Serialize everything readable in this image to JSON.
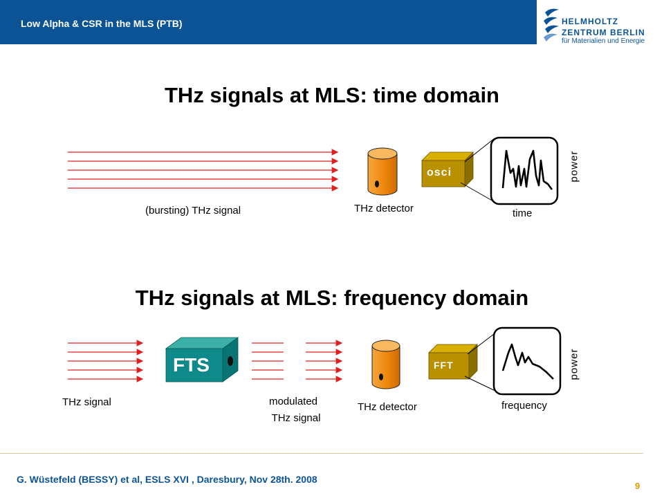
{
  "header": {
    "title": "Low Alpha & CSR in the MLS (PTB)"
  },
  "logo": {
    "line1": "HELMHOLTZ",
    "line2": "ZENTRUM BERLIN",
    "subline": "für Materialien und Energie"
  },
  "time_section": {
    "title": "THz signals at MLS: time domain",
    "signal_label": "(bursting) THz signal",
    "detector_label": "THz detector",
    "device_label": "osci",
    "xaxis_label": "time",
    "yaxis_label": "power"
  },
  "freq_section": {
    "title": "THz signals at MLS: frequency domain",
    "signal_label": "THz signal",
    "fts_label": "FTS",
    "modulated_line1": "modulated",
    "modulated_line2": "THz signal",
    "detector_label": "THz detector",
    "device_label": "FFT",
    "xaxis_label": "frequency",
    "yaxis_label": "power"
  },
  "footer": {
    "citation": "G. Wüstefeld (BESSY) et al,  ESLS XVI  , Daresbury, Nov 28th. 2008",
    "page_number": "9"
  },
  "colors": {
    "header_blue": "#0b5394",
    "beam_red": "#e02020",
    "detector_orange": "#f0921e",
    "device_gold": "#b89000",
    "fts_teal": "#0f8a8a",
    "page_number_gold": "#d8a000"
  }
}
